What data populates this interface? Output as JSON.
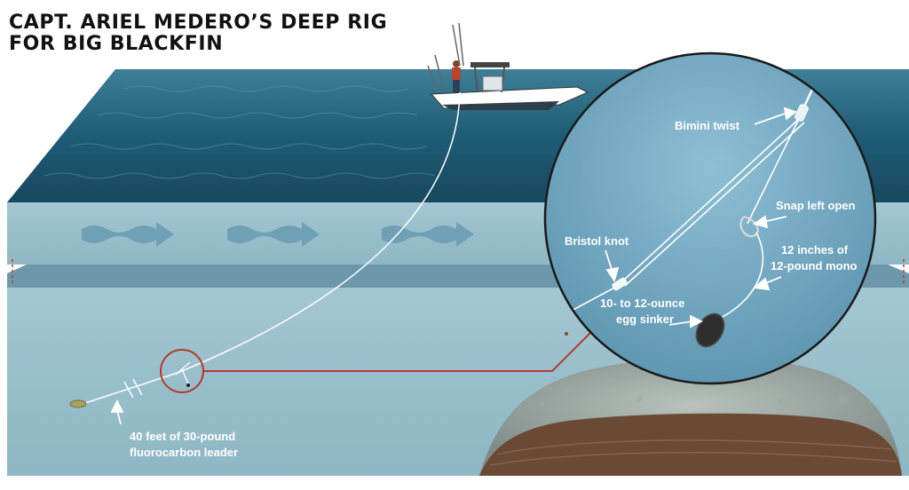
{
  "title": {
    "line1": "CAPT. ARIEL MEDERO’S DEEP RIG",
    "line2": "FOR BIG BLACKFIN"
  },
  "labels": {
    "bimini": "Bimini twist",
    "snap": "Snap left open",
    "bristol": "Bristol knot",
    "mono_line1": "12 inches of",
    "mono_line2": "12-pound mono",
    "sinker_line1": "10- to 12-ounce",
    "sinker_line2": "egg sinker",
    "leader_line1": "40 feet of 30-pound",
    "leader_line2": "fluorocarbon leader"
  },
  "colors": {
    "sea_dark": "#1d5a73",
    "sea_side": "#8fb8c6",
    "callout_red": "#b03a2e",
    "inset_water": "#6fa3bd"
  }
}
